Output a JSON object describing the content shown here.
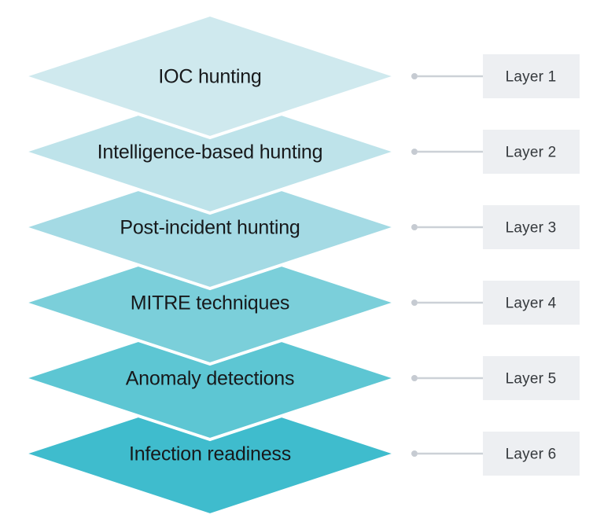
{
  "diagram": {
    "layers": [
      {
        "label": "IOC hunting",
        "tag": "Layer 1",
        "fill": "#cfe9ee"
      },
      {
        "label": "Intelligence-based hunting",
        "tag": "Layer 2",
        "fill": "#bee3ea"
      },
      {
        "label": "Post-incident hunting",
        "tag": "Layer 3",
        "fill": "#a4dae4"
      },
      {
        "label": "MITRE techniques",
        "tag": "Layer 4",
        "fill": "#7bcfda"
      },
      {
        "label": "Anomaly detections",
        "tag": "Layer 5",
        "fill": "#5dc6d3"
      },
      {
        "label": "Infection readiness",
        "tag": "Layer 6",
        "fill": "#3fbccd"
      }
    ],
    "colors": {
      "background": "#ffffff",
      "diamond_stroke": "#ffffff",
      "connector_line": "#ccd1d7",
      "connector_dot": "#c6cbd2",
      "tag_box_fill": "#edeff2",
      "tag_text": "#35393d",
      "diamond_text": "#17191b"
    }
  }
}
